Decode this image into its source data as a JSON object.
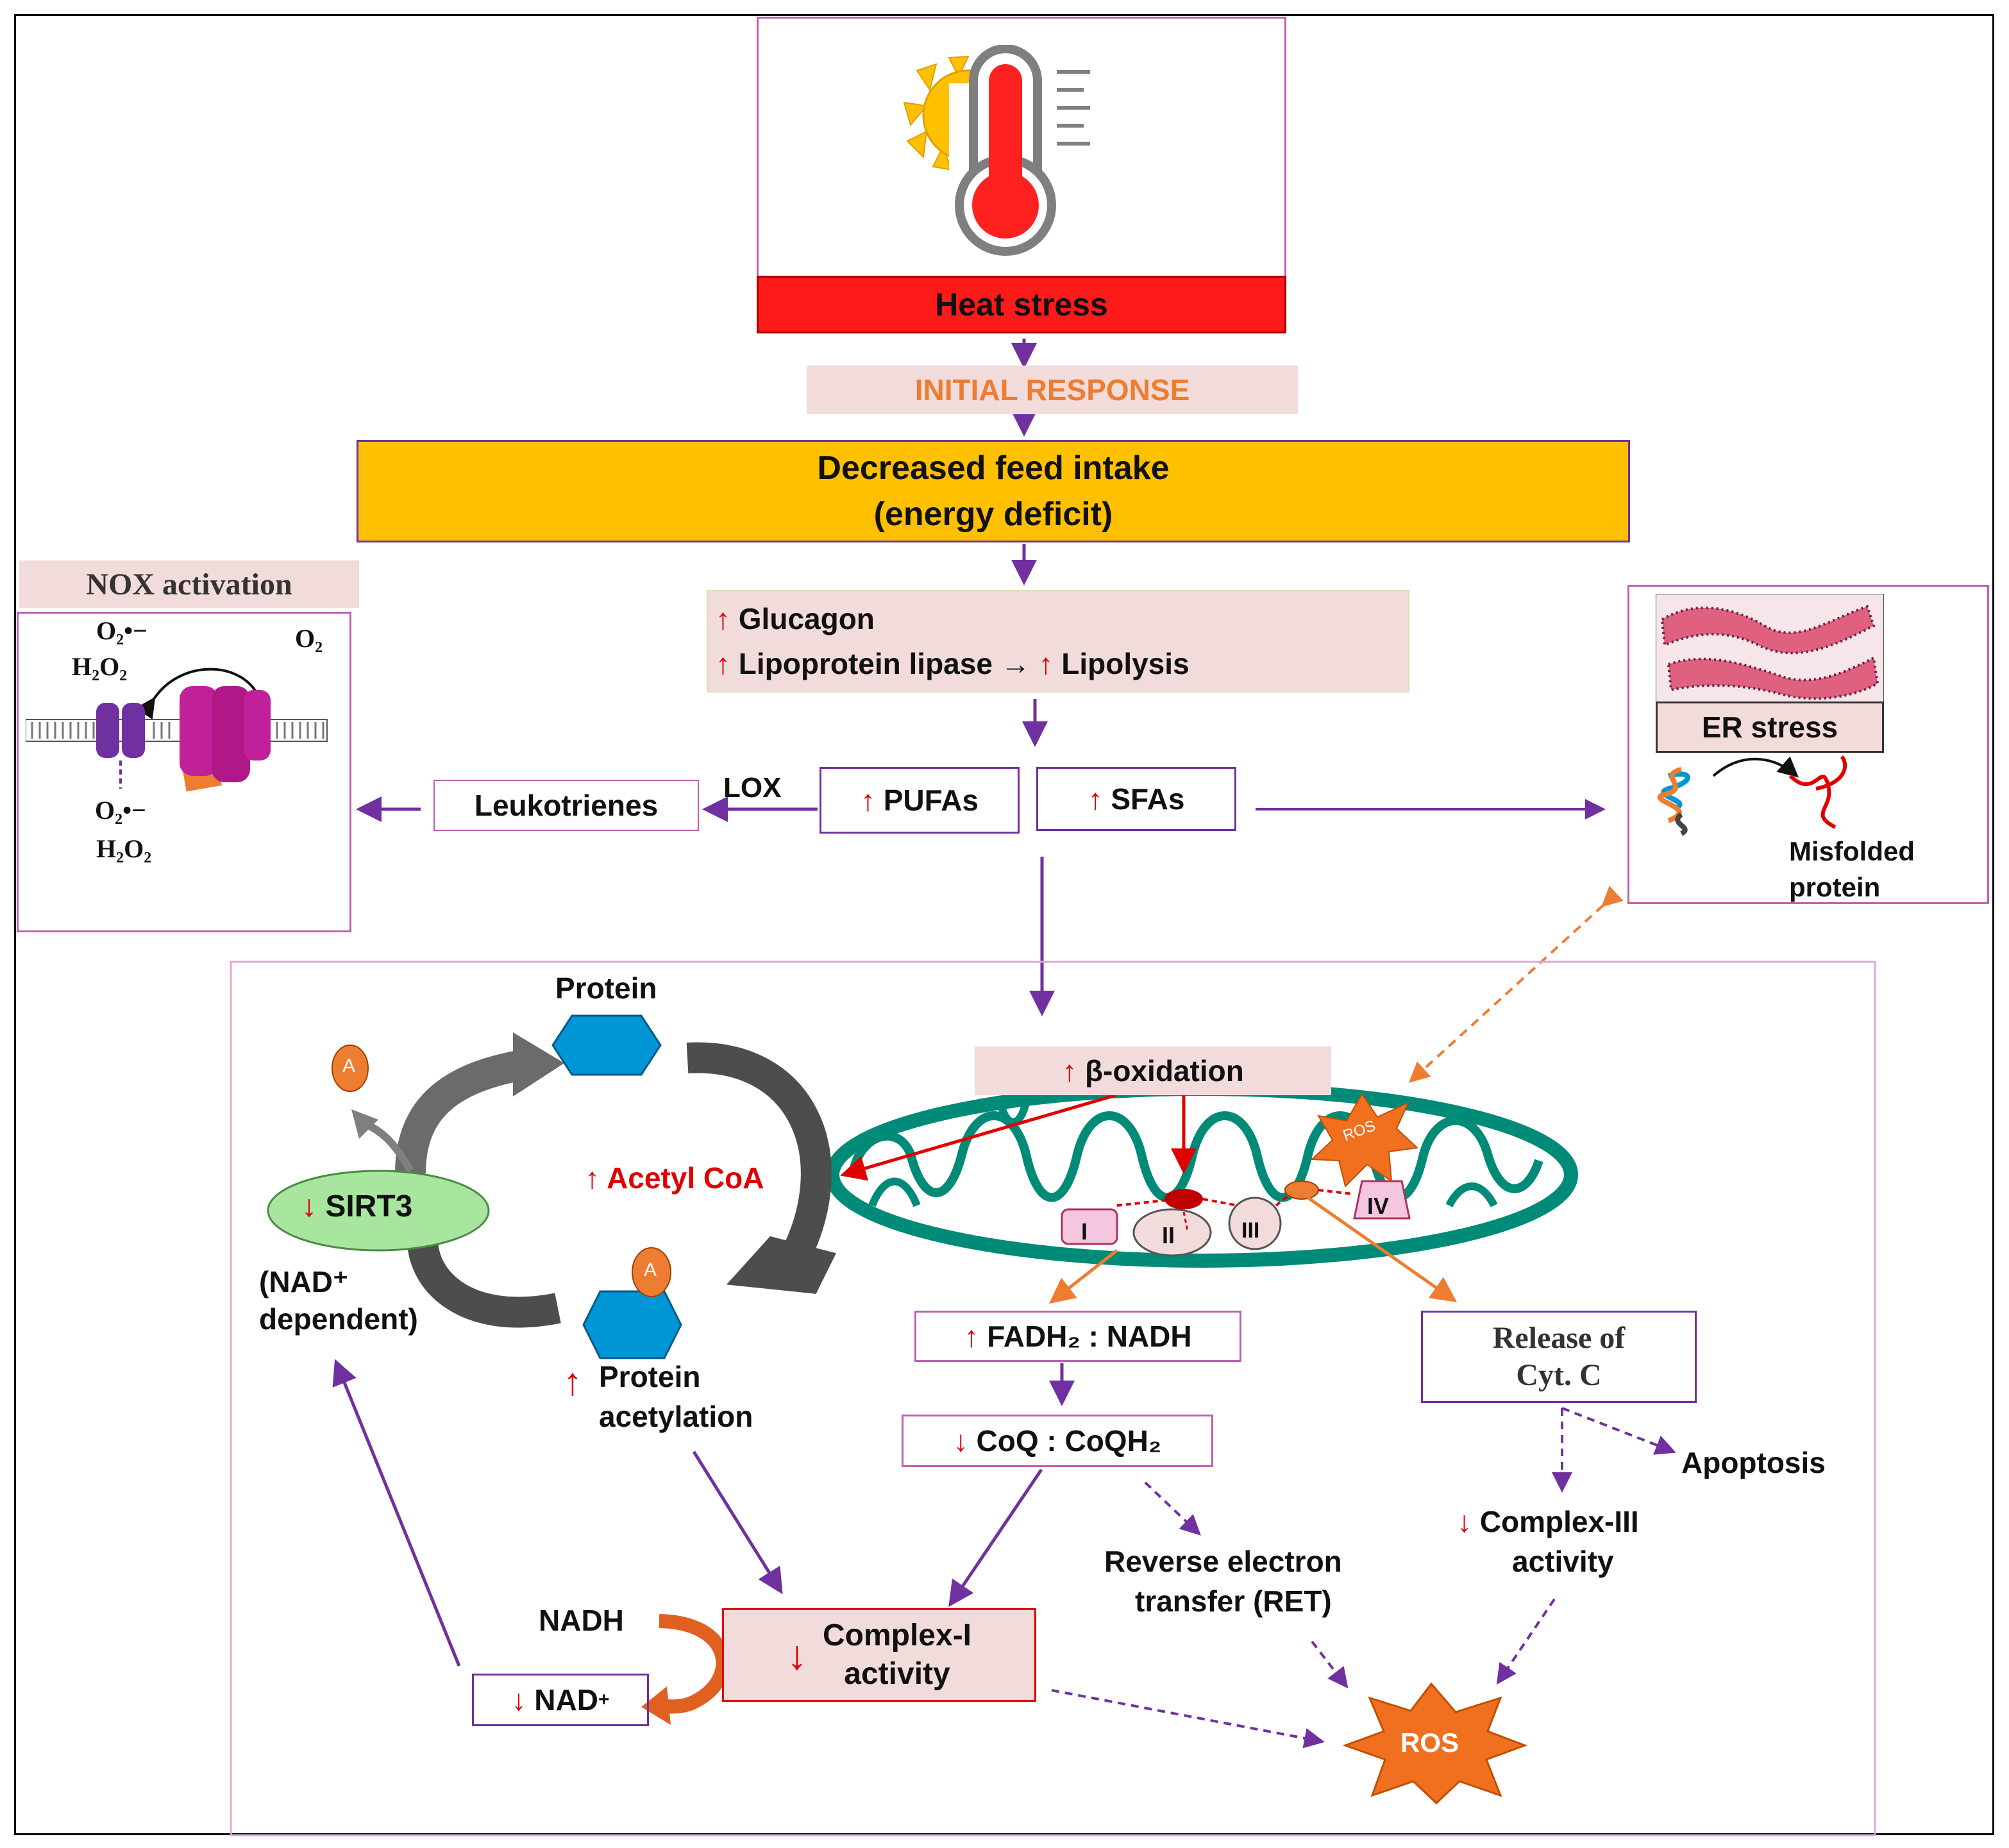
{
  "heat": {
    "label": "Heat stress",
    "icon": "thermometer-sun-icon"
  },
  "initial_response": "INITIAL RESPONSE",
  "feed": {
    "line1": "Decreased feed intake",
    "line2": "(energy deficit)"
  },
  "hormones": {
    "up": "↑",
    "glucagon": "Glucagon",
    "lpl": "Lipoprotein lipase",
    "arrow": "→",
    "lipolysis": "Lipolysis"
  },
  "nox": {
    "title": "NOX activation",
    "o2": "O₂",
    "o2rad": "O₂•−",
    "h2o2": "H₂O₂"
  },
  "fatty": {
    "pufas": "PUFAs",
    "sfas": "SFAs",
    "lox": "LOX",
    "leukotrienes": "Leukotrienes"
  },
  "er": {
    "title": "ER stress",
    "misfolded1": "Misfolded",
    "misfolded2": "protein"
  },
  "cycle": {
    "protein": "Protein",
    "sirt3": "SIRT3",
    "nad_dep1": "(NAD⁺",
    "nad_dep2": "dependent)",
    "acetyl_coa": "Acetyl CoA",
    "acetylation1": "Protein",
    "acetylation2": "acetylation",
    "a": "A"
  },
  "mito": {
    "beta": "β-oxidation",
    "ros_small": "ROS",
    "c1": "I",
    "c2": "II",
    "c3": "III",
    "c4": "IV"
  },
  "ratios": {
    "fadh": "FADH₂ : NADH",
    "coq": "CoQ : CoQH₂",
    "cytc1": "Release of",
    "cytc2": "Cyt. C"
  },
  "outcomes": {
    "apoptosis": "Apoptosis",
    "c3_1": "Complex-III",
    "c3_2": "activity",
    "ret1": "Reverse electron",
    "ret2": "transfer (RET)",
    "nadh": "NADH",
    "nad": "NAD",
    "nad_sup": "+",
    "c1_1": "Complex-I",
    "c1_2": "activity",
    "ros": "ROS",
    "down": "↓"
  },
  "colors": {
    "purple": "#7030a0",
    "red": "#ff1a1a",
    "pink": "#f2dcdb",
    "gold": "#ffc000",
    "orange": "#ed7d31",
    "teal": "#008a78",
    "blue": "#0096d6",
    "green": "#a8e6a0"
  }
}
